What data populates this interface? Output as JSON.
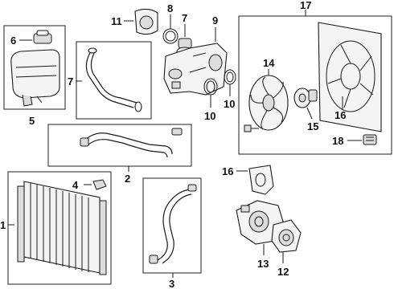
{
  "callouts": {
    "n1": "1",
    "n2": "2",
    "n3": "3",
    "n4": "4",
    "n5": "5",
    "n6": "6",
    "n7": "7",
    "n8": "8",
    "n9": "9",
    "n10a": "10",
    "n10b": "10",
    "n11": "11",
    "n12": "12",
    "n13": "13",
    "n14": "14",
    "n15": "15",
    "n16a": "16",
    "n16b": "16",
    "n17": "17",
    "n18": "18"
  }
}
